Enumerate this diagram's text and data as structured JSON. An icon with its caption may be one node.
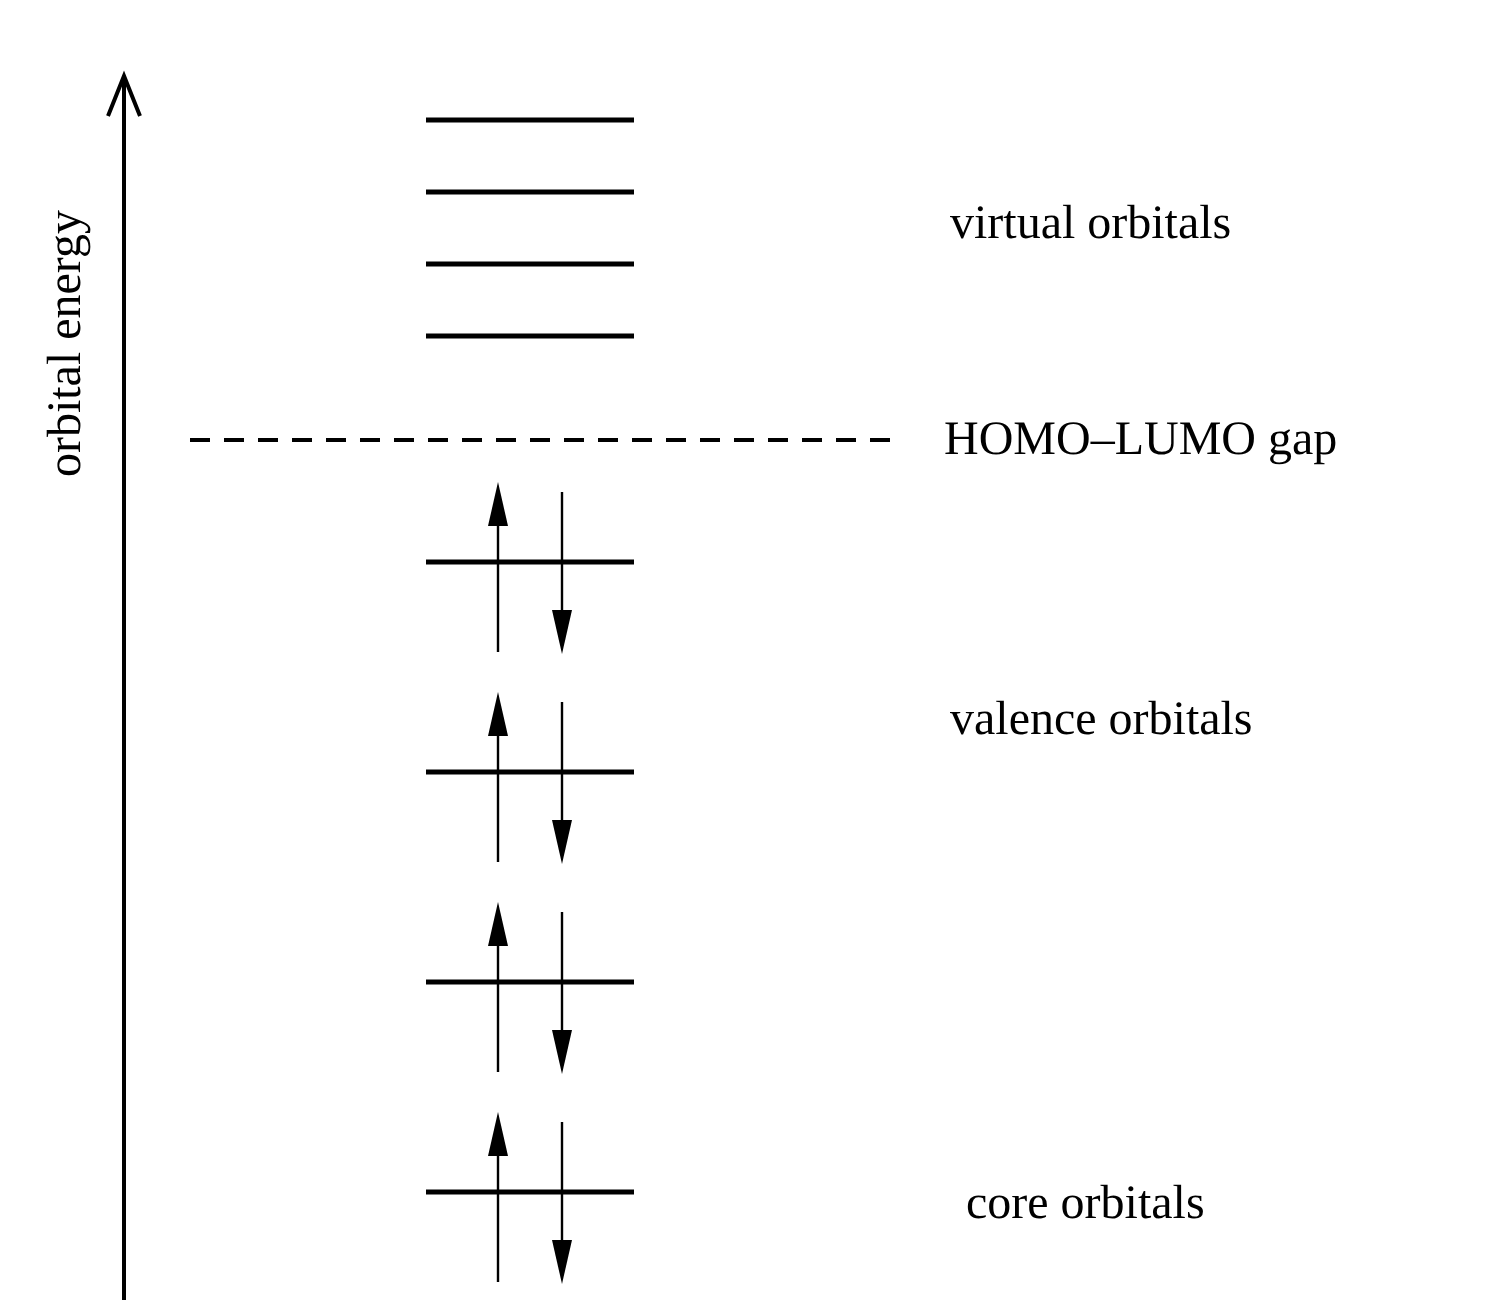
{
  "diagram": {
    "labels": [
      "orbital energy",
      "virtual orbitals",
      "HOMO–LUMO gap",
      "valence orbitals",
      "core orbitals"
    ]
  }
}
